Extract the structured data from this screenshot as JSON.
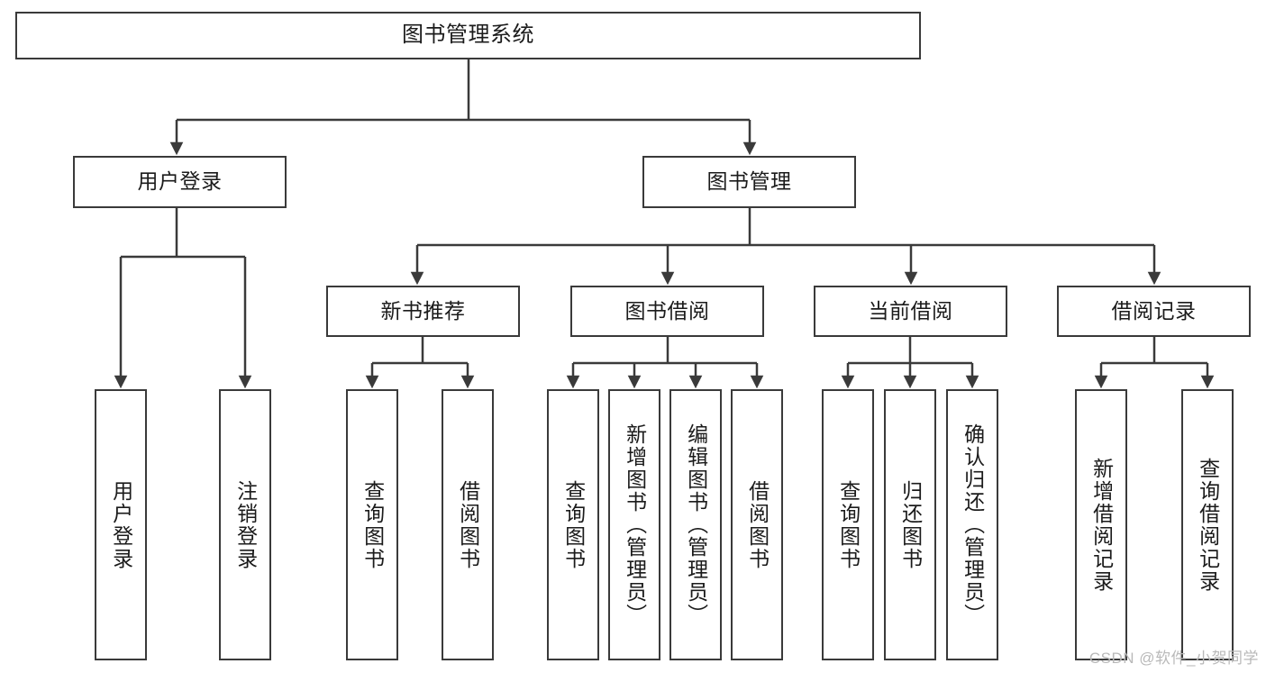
{
  "diagram": {
    "title": "图书管理系统",
    "type": "tree-hierarchy-chart",
    "colors": {
      "box_border": "#3a3a3a",
      "box_fill": "#ffffff",
      "edge": "#3a3a3a",
      "text": "#1b1b1b",
      "watermark": "#b9b9b9",
      "background": "#ffffff"
    },
    "watermark": "CSDN @软件_小贺同学"
  },
  "nodes": {
    "root": {
      "label": "图书管理系统",
      "level": 1,
      "orientation": "horizontal"
    },
    "level2": [
      {
        "id": "user-login",
        "label": "用户登录",
        "orientation": "horizontal"
      },
      {
        "id": "book-management",
        "label": "图书管理",
        "orientation": "horizontal"
      }
    ],
    "level3": [
      {
        "id": "new-book-recommend",
        "label": "新书推荐",
        "parent": "book-management",
        "orientation": "horizontal"
      },
      {
        "id": "book-borrow",
        "label": "图书借阅",
        "parent": "book-management",
        "orientation": "horizontal"
      },
      {
        "id": "current-borrow",
        "label": "当前借阅",
        "parent": "book-management",
        "orientation": "horizontal"
      },
      {
        "id": "borrow-record",
        "label": "借阅记录",
        "parent": "book-management",
        "orientation": "horizontal"
      }
    ],
    "leaves": [
      {
        "id": "leaf-user-login",
        "label": "用户登录",
        "parent": "user-login",
        "orientation": "vertical"
      },
      {
        "id": "leaf-user-logout",
        "label": "注销登录",
        "parent": "user-login",
        "orientation": "vertical"
      },
      {
        "id": "leaf-query-book-1",
        "label": "查询图书",
        "parent": "new-book-recommend",
        "orientation": "vertical"
      },
      {
        "id": "leaf-borrow-book-1",
        "label": "借阅图书",
        "parent": "new-book-recommend",
        "orientation": "vertical"
      },
      {
        "id": "leaf-query-book-2",
        "label": "查询图书",
        "parent": "book-borrow",
        "orientation": "vertical"
      },
      {
        "id": "leaf-add-book",
        "label": "新增图书（管理员）",
        "parent": "book-borrow",
        "orientation": "vertical"
      },
      {
        "id": "leaf-edit-book",
        "label": "编辑图书（管理员）",
        "parent": "book-borrow",
        "orientation": "vertical"
      },
      {
        "id": "leaf-borrow-book-2",
        "label": "借阅图书",
        "parent": "book-borrow",
        "orientation": "vertical"
      },
      {
        "id": "leaf-query-book-3",
        "label": "查询图书",
        "parent": "current-borrow",
        "orientation": "vertical"
      },
      {
        "id": "leaf-return-book",
        "label": "归还图书",
        "parent": "current-borrow",
        "orientation": "vertical"
      },
      {
        "id": "leaf-confirm-return",
        "label": "确认归还（管理员）",
        "parent": "current-borrow",
        "orientation": "vertical"
      },
      {
        "id": "leaf-add-record",
        "label": "新增借阅记录",
        "parent": "borrow-record",
        "orientation": "vertical"
      },
      {
        "id": "leaf-query-record",
        "label": "查询借阅记录",
        "parent": "borrow-record",
        "orientation": "vertical"
      }
    ]
  }
}
